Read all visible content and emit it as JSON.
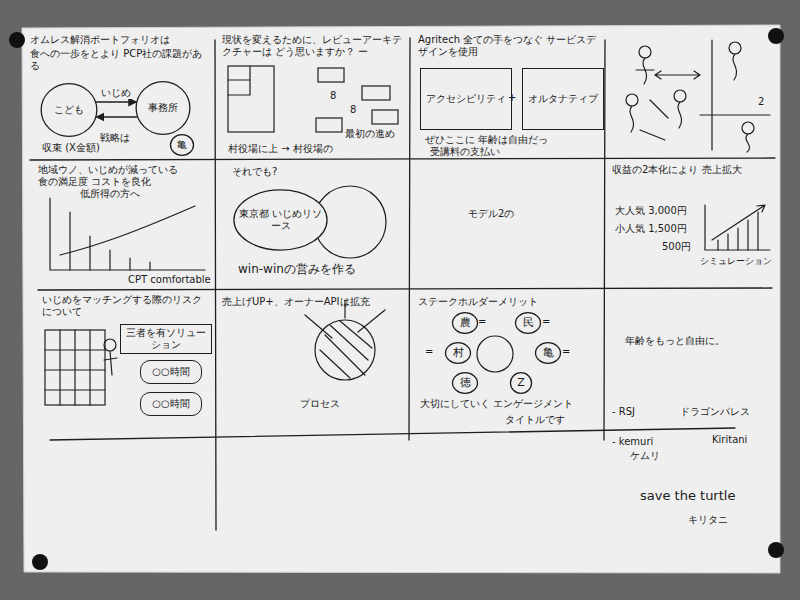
{
  "diagram": {
    "nodes": [
      {
        "text": [
          "こども"
        ]
      },
      {
        "text": [
          "事務所"
        ]
      },
      {
        "text": [
          "亀"
        ]
      },
      {
        "text": [
          "アクセシビリティ"
        ]
      },
      {
        "text": [
          "オルタナティブ"
        ]
      },
      {
        "text": [
          "東京都 いじめリソース"
        ]
      },
      {
        "text": [
          "三者を有ソリューション"
        ]
      },
      {
        "text": [
          "○○時間"
        ]
      },
      {
        "text": [
          "○○時間"
        ]
      },
      {
        "text": [
          "農"
        ]
      },
      {
        "text": [
          "民"
        ]
      },
      {
        "text": [
          "村"
        ]
      },
      {
        "text": [
          "亀"
        ]
      },
      {
        "text": [
          "徳"
        ]
      },
      {
        "text": [
          "Z"
        ]
      }
    ],
    "edges": [
      {
        "from": 0,
        "to": 1,
        "label": "いじめ",
        "arrow": "to"
      },
      {
        "from": 1,
        "to": 0,
        "arrow": "to"
      }
    ],
    "labels": [
      "オムレス解消ポートフォリオは",
      "食への一歩をとより PCP社の課題がある",
      "戦略は",
      "収束 (X金額)",
      "現状を変えるために、レビューアーキテクチャーは どう思いますか？ ー",
      "8",
      "8",
      "最初の進め",
      "村役場に上 → 村役場の",
      "Agritech 全ての手をつなぐ サービスデザインを使用",
      "+",
      "ぜひここに 年齢は自由だっ",
      "受講料の支払い",
      "2",
      "地域ウノ、いじめが減っている",
      "食の満足度 コストを良化",
      "低所得の方へ",
      "CPT comfortable",
      "それでも?",
      "win-winの営みを作る",
      "モデル2の",
      "収益の2本化により 売上拡大",
      "大人気 3,000円",
      "小人気 1,500円",
      "500円",
      "シミュレーション",
      "いじめをマッチングする際のリスクについて",
      "売上げUP+、オーナーAPIは拡充",
      "プロセス",
      "ステークホルダーメリット",
      "=",
      "=",
      "=",
      "=",
      "大切にしていく エンゲージメント",
      "タイトルです",
      "年齢をもっと自由に。",
      "- RSJ",
      "ドラゴンパレス",
      "- kemuri",
      "Kiritani",
      "ケムリ",
      "save the turtle",
      "キリタニ"
    ]
  }
}
